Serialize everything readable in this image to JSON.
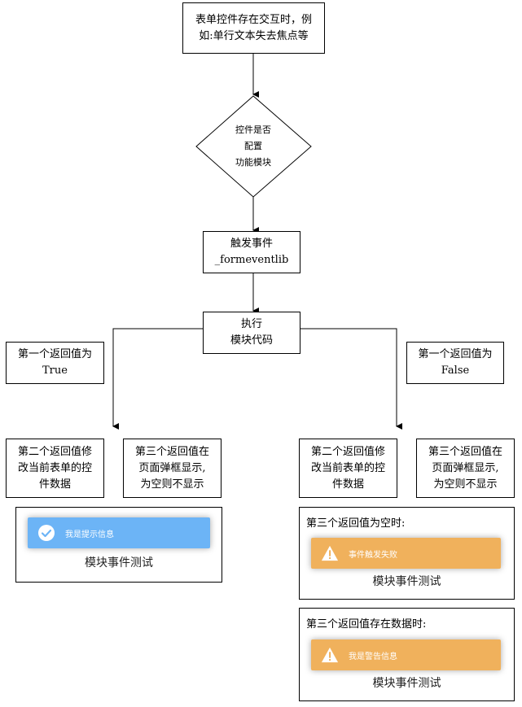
{
  "flow": {
    "start": [
      "表单控件存在交互时，例",
      "如:单行文本失去焦点等"
    ],
    "decision": [
      "控件是否",
      "配置",
      "功能模块"
    ],
    "trigger": [
      "触发事件",
      "_formeventlib"
    ],
    "execute": [
      "执行",
      "模块代码"
    ],
    "left_return1": [
      "第一个返回值为",
      "True"
    ],
    "right_return1": [
      "第一个返回值为",
      "False"
    ],
    "left_return2": [
      "第二个返回值修",
      "改当前表单的控",
      "件数据"
    ],
    "left_return3": [
      "第三个返回值在",
      "页面弹框显示,",
      "为空则不显示"
    ],
    "right_return2": [
      "第二个返回值修",
      "改当前表单的控",
      "件数据"
    ],
    "right_return3": [
      "第三个返回值在",
      "页面弹框显示,",
      "为空则不显示"
    ]
  },
  "panels": {
    "left": {
      "toast_text": "我是提示信息",
      "caption": "模块事件测试",
      "toast_color": "#6cb4f6"
    },
    "right_empty": {
      "title": "第三个返回值为空时:",
      "toast_text": "事件触发失败",
      "caption": "模块事件测试",
      "toast_color": "#f0b15c"
    },
    "right_data": {
      "title": "第三个返回值存在数据时:",
      "toast_text": "我是警告信息",
      "caption": "模块事件测试",
      "toast_color": "#f0b15c"
    }
  },
  "icons": {
    "success": "check-circle-icon",
    "warning": "warning-triangle-icon"
  }
}
